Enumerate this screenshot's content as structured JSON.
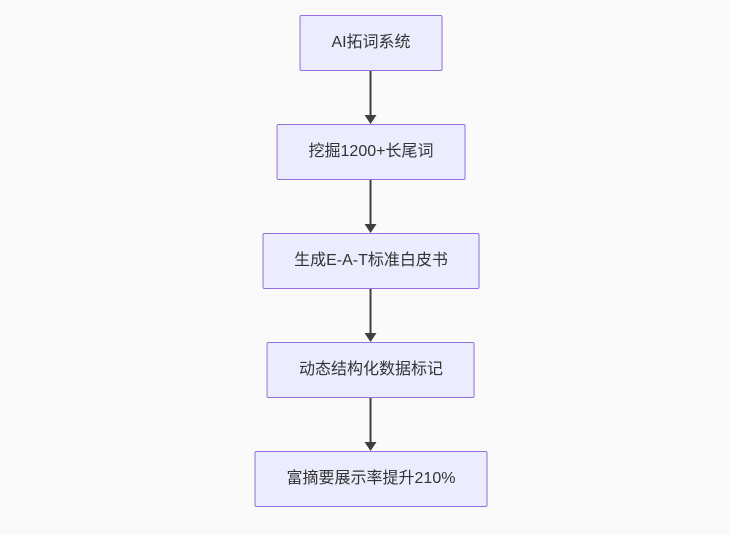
{
  "diagram": {
    "type": "flowchart",
    "direction": "top-down",
    "nodes": [
      {
        "id": "n1",
        "label": "AI拓词系统"
      },
      {
        "id": "n2",
        "label": "挖掘1200+长尾词"
      },
      {
        "id": "n3",
        "label": "生成E-A-T标准白皮书"
      },
      {
        "id": "n4",
        "label": "动态结构化数据标记"
      },
      {
        "id": "n5",
        "label": "富摘要展示率提升210%"
      }
    ],
    "edges": [
      {
        "from": "n1",
        "to": "n2",
        "style": "arrow-down"
      },
      {
        "from": "n2",
        "to": "n3",
        "style": "arrow-down"
      },
      {
        "from": "n3",
        "to": "n4",
        "style": "arrow-down"
      },
      {
        "from": "n4",
        "to": "n5",
        "style": "arrow-down"
      }
    ],
    "colors": {
      "background": "#fafafa",
      "node_fill": "#ECECFF",
      "node_border": "#9370DB",
      "text": "#333333",
      "arrow": "#3f3f3f"
    }
  }
}
